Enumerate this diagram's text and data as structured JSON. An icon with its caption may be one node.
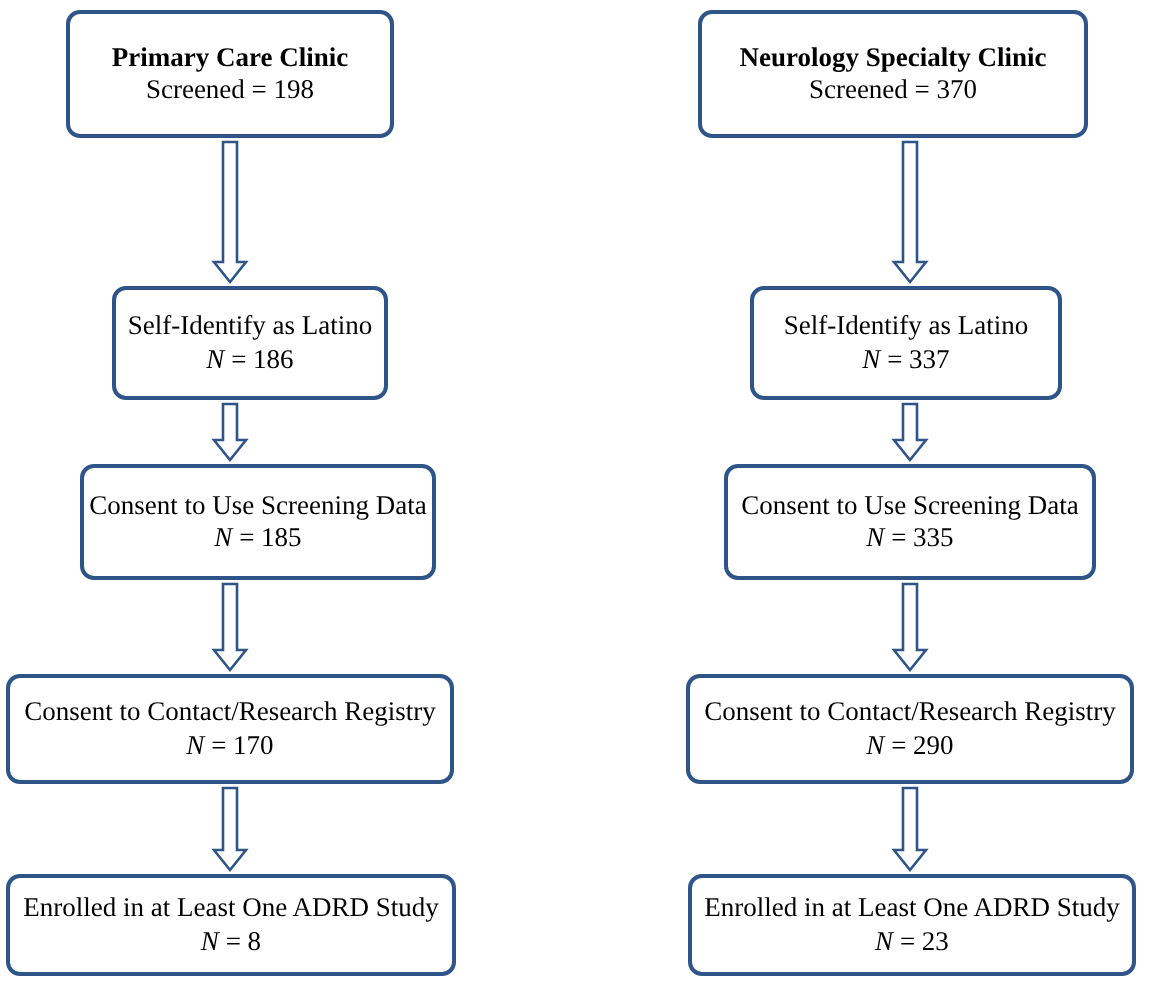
{
  "diagram": {
    "nodes": [
      {
        "text": [
          "Primary Care Clinic",
          "Screened = 198"
        ]
      },
      {
        "text": [
          "Self-Identify as Latino",
          "*N* = 186"
        ]
      },
      {
        "text": [
          "Consent to Use Screening Data",
          "*N* = 185"
        ]
      },
      {
        "text": [
          "Consent to Contact/Research Registry",
          "*N* = 170"
        ]
      },
      {
        "text": [
          "Enrolled in at Least One ADRD Study",
          "*N* = 8"
        ]
      },
      {
        "text": [
          "Neurology Specialty Clinic",
          "Screened = 370"
        ]
      },
      {
        "text": [
          "Self-Identify as Latino",
          "*N* = 337"
        ]
      },
      {
        "text": [
          "Consent to Use Screening Data",
          "*N* = 335"
        ]
      },
      {
        "text": [
          "Consent to Contact/Research Registry",
          "*N* = 290"
        ]
      },
      {
        "text": [
          "Enrolled in at Least One ADRD Study",
          "*N* = 23"
        ]
      }
    ],
    "edges": [
      {
        "from": 0,
        "to": 1,
        "arrow": "to"
      },
      {
        "from": 1,
        "to": 2,
        "arrow": "to"
      },
      {
        "from": 2,
        "to": 3,
        "arrow": "to"
      },
      {
        "from": 3,
        "to": 4,
        "arrow": "to"
      },
      {
        "from": 5,
        "to": 6,
        "arrow": "to"
      },
      {
        "from": 6,
        "to": 7,
        "arrow": "to"
      },
      {
        "from": 7,
        "to": 8,
        "arrow": "to"
      },
      {
        "from": 8,
        "to": 9,
        "arrow": "to"
      }
    ]
  }
}
